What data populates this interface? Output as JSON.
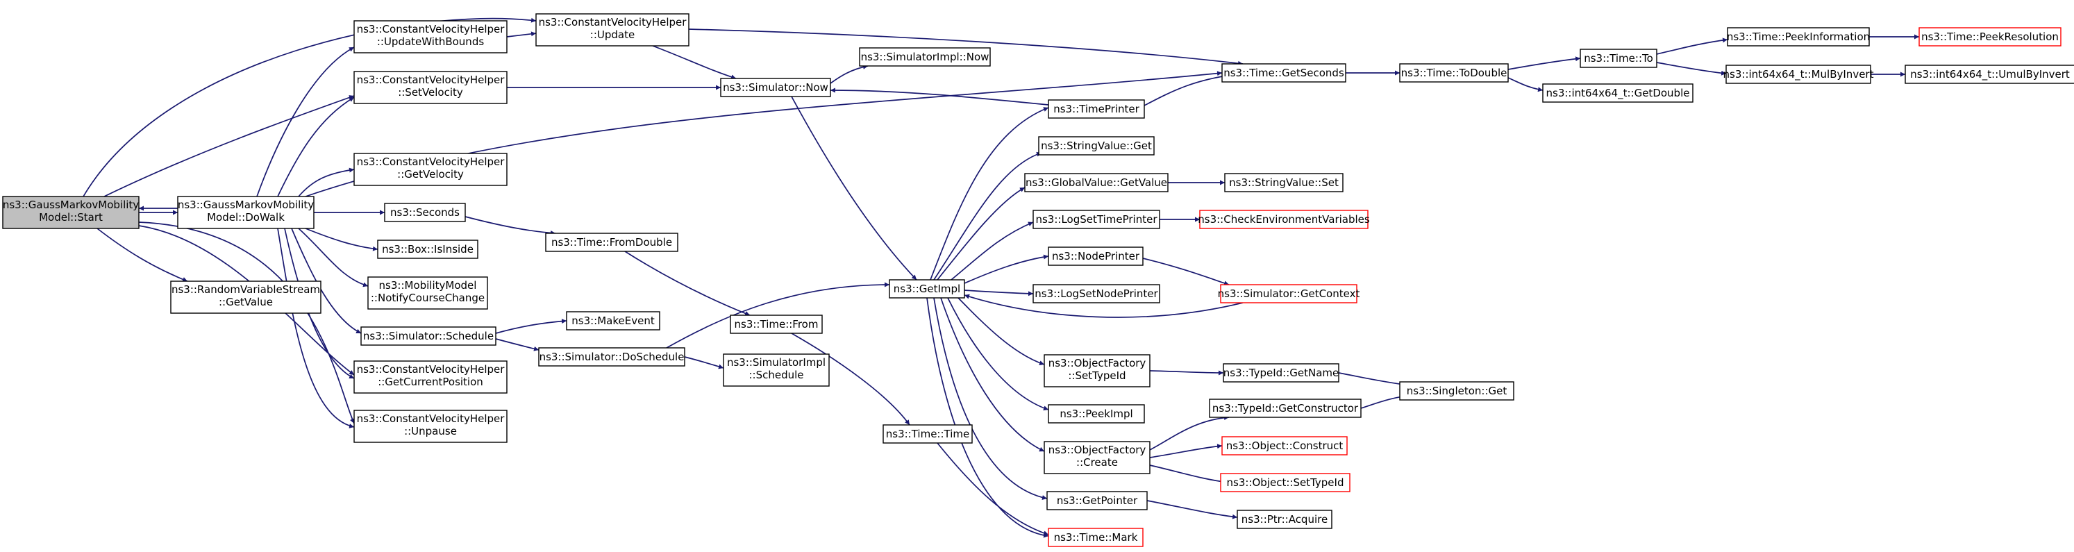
{
  "colors": {
    "edge": "#191970",
    "border": "#000000",
    "truncated_border": "#ff0000",
    "root_fill": "#bfbfbf",
    "node_fill": "#ffffff"
  },
  "nodes": {
    "n0": [
      "ns3::GaussMarkovMobility",
      "Model::Start"
    ],
    "n1": [
      "ns3::ConstantVelocityHelper",
      "::Update"
    ],
    "n2": [
      "ns3::ConstantVelocityHelper",
      "::UpdateWithBounds"
    ],
    "n3": [
      "ns3::ConstantVelocityHelper",
      "::SetVelocity"
    ],
    "n4": [
      "ns3::GaussMarkovMobility",
      "Model::DoWalk"
    ],
    "n5": [
      "ns3::RandomVariableStream",
      "::GetValue"
    ],
    "n6": [
      "ns3::ConstantVelocityHelper",
      "::GetVelocity"
    ],
    "n7": [
      "ns3::Seconds"
    ],
    "n8": [
      "ns3::Box::IsInside"
    ],
    "n9": [
      "ns3::MobilityModel",
      "::NotifyCourseChange"
    ],
    "n10": [
      "ns3::Simulator::Schedule"
    ],
    "n11": [
      "ns3::ConstantVelocityHelper",
      "::GetCurrentPosition"
    ],
    "n12": [
      "ns3::ConstantVelocityHelper",
      "::Unpause"
    ],
    "n13": [
      "ns3::SimulatorImpl::Now"
    ],
    "n14": [
      "ns3::Simulator::Now"
    ],
    "n15": [
      "ns3::Time::FromDouble"
    ],
    "n16": [
      "ns3::MakeEvent"
    ],
    "n17": [
      "ns3::Simulator::DoSchedule"
    ],
    "n18": [
      "ns3::Time::From"
    ],
    "n19": [
      "ns3::SimulatorImpl",
      "::Schedule"
    ],
    "n20": [
      "ns3::Time::Time"
    ],
    "n21": [
      "ns3::GetImpl"
    ],
    "n22": [
      "ns3::TimePrinter"
    ],
    "n23": [
      "ns3::StringValue::Get"
    ],
    "n24": [
      "ns3::GlobalValue::GetValue"
    ],
    "n25": [
      "ns3::LogSetTimePrinter"
    ],
    "n26": [
      "ns3::NodePrinter"
    ],
    "n27": [
      "ns3::LogSetNodePrinter"
    ],
    "n28": [
      "ns3::ObjectFactory",
      "::SetTypeId"
    ],
    "n29": [
      "ns3::PeekImpl"
    ],
    "n30": [
      "ns3::ObjectFactory",
      "::Create"
    ],
    "n31": [
      "ns3::GetPointer"
    ],
    "n32": [
      "ns3::Time::Mark"
    ],
    "n33": [
      "ns3::Time::GetSeconds"
    ],
    "n34": [
      "ns3::StringValue::Set"
    ],
    "n35": [
      "ns3::CheckEnvironmentVariables"
    ],
    "n36": [
      "ns3::Simulator::GetContext"
    ],
    "n37": [
      "ns3::TypeId::GetName"
    ],
    "n38": [
      "ns3::TypeId::GetConstructor"
    ],
    "n39": [
      "ns3::Object::Construct"
    ],
    "n40": [
      "ns3::Object::SetTypeId"
    ],
    "n41": [
      "ns3::Ptr::Acquire"
    ],
    "n42": [
      "ns3::Singleton::Get"
    ],
    "n43": [
      "ns3::Time::ToDouble"
    ],
    "n44": [
      "ns3::Time::To"
    ],
    "n45": [
      "ns3::int64x64_t::GetDouble"
    ],
    "n46": [
      "ns3::Time::PeekInformation"
    ],
    "n47": [
      "ns3::int64x64_t::MulByInvert"
    ],
    "n48": [
      "ns3::Time::PeekResolution"
    ],
    "n49": [
      "ns3::int64x64_t::UmulByInvert"
    ]
  }
}
